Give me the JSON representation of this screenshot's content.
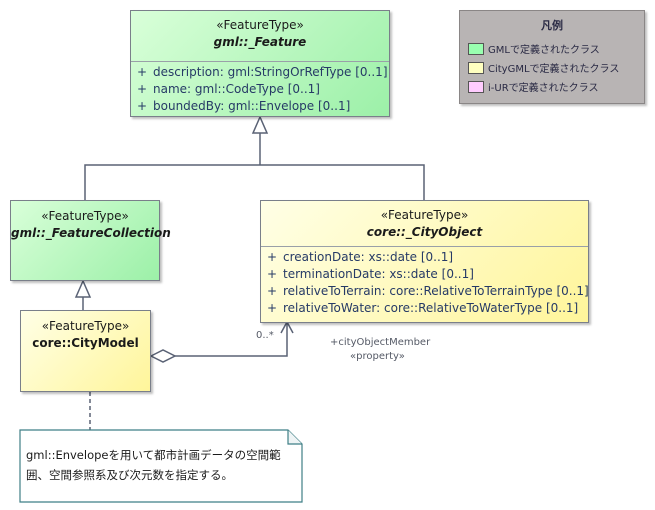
{
  "legend": {
    "title": "凡例",
    "items": [
      {
        "label": "GMLで定義されたクラス",
        "color": "#99ffb0"
      },
      {
        "label": "CityGMLで定義されたクラス",
        "color": "#ffffc0"
      },
      {
        "label": "i-URで定義されたクラス",
        "color": "#ffccff"
      }
    ]
  },
  "classes": {
    "feature": {
      "stereotype": "«FeatureType»",
      "name": "gml::_Feature",
      "attributes": [
        {
          "vis": "+",
          "text": "description: gml:StringOrRefType [0..1]"
        },
        {
          "vis": "+",
          "text": "name: gml::CodeType [0..1]"
        },
        {
          "vis": "+",
          "text": "boundedBy: gml::Envelope [0..1]"
        }
      ]
    },
    "feature_collection": {
      "stereotype": "«FeatureType»",
      "name": "gml::_FeatureCollection"
    },
    "city_object": {
      "stereotype": "«FeatureType»",
      "name": "core::_CityObject",
      "attributes": [
        {
          "vis": "+",
          "text": "creationDate: xs::date [0..1]"
        },
        {
          "vis": "+",
          "text": "terminationDate: xs::date [0..1]"
        },
        {
          "vis": "+",
          "text": "relativeToTerrain: core::RelativeToTerrainType [0..1]"
        },
        {
          "vis": "+",
          "text": "relativeToWater: core::RelativeToWaterType [0..1]"
        }
      ]
    },
    "city_model": {
      "stereotype": "«FeatureType»",
      "name": "core::CityModel"
    }
  },
  "association": {
    "multiplicity": "0..*",
    "role": "+cityObjectMember",
    "stereotype": "«property»"
  },
  "note": {
    "line1": "gml::Envelopeを用いて都市計画データの空間範",
    "line2": "囲、空間参照系及び次元数を指定する。"
  }
}
